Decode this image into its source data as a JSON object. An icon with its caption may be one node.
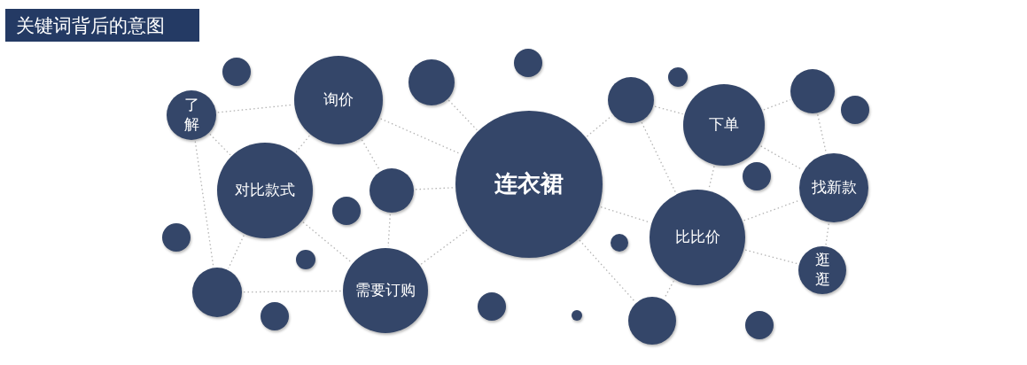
{
  "diagram": {
    "title": "关键词背后的意图",
    "nodes": [
      {
        "text": [
          "了解"
        ]
      },
      {
        "text": [
          "询价"
        ]
      },
      {
        "text": [
          "对比款式"
        ]
      },
      {
        "text": [
          "需要订购"
        ]
      },
      {
        "text": [
          "连衣裙"
        ]
      },
      {
        "text": [
          "下单"
        ]
      },
      {
        "text": [
          "比比价"
        ]
      },
      {
        "text": [
          "找新款"
        ]
      },
      {
        "text": [
          "逛逛"
        ]
      },
      {
        "text": [],
        "shape": "circle"
      },
      {
        "text": [],
        "shape": "circle"
      },
      {
        "text": [],
        "shape": "circle"
      },
      {
        "text": [],
        "shape": "circle"
      },
      {
        "text": [],
        "shape": "circle"
      },
      {
        "text": [],
        "shape": "circle"
      },
      {
        "text": [],
        "shape": "circle"
      },
      {
        "text": [],
        "shape": "circle"
      },
      {
        "text": [],
        "shape": "circle"
      },
      {
        "text": [],
        "shape": "circle"
      },
      {
        "text": [],
        "shape": "circle"
      },
      {
        "text": [],
        "shape": "circle"
      },
      {
        "text": [],
        "shape": "circle"
      },
      {
        "text": [],
        "shape": "circle"
      },
      {
        "text": [],
        "shape": "circle"
      },
      {
        "text": [],
        "shape": "circle"
      },
      {
        "text": [],
        "shape": "circle"
      },
      {
        "text": [],
        "shape": "circle"
      },
      {
        "text": [],
        "shape": "circle"
      }
    ],
    "edges": [
      {
        "from": 0,
        "to": 1,
        "arrow": "none"
      },
      {
        "from": 0,
        "to": 2,
        "arrow": "none"
      },
      {
        "from": 0,
        "to": 10,
        "arrow": "none"
      },
      {
        "from": 1,
        "to": 2,
        "arrow": "none"
      },
      {
        "from": 1,
        "to": 15,
        "arrow": "none"
      },
      {
        "from": 1,
        "to": 4,
        "arrow": "none"
      },
      {
        "from": 16,
        "to": 4,
        "arrow": "none"
      },
      {
        "from": 15,
        "to": 4,
        "arrow": "none"
      },
      {
        "from": 15,
        "to": 3,
        "arrow": "none"
      },
      {
        "from": 2,
        "to": 10,
        "arrow": "none"
      },
      {
        "from": 2,
        "to": 3,
        "arrow": "none"
      },
      {
        "from": 10,
        "to": 3,
        "arrow": "none"
      },
      {
        "from": 3,
        "to": 4,
        "arrow": "none"
      },
      {
        "from": 4,
        "to": 21,
        "arrow": "none"
      },
      {
        "from": 4,
        "to": 6,
        "arrow": "none"
      },
      {
        "from": 4,
        "to": 22,
        "arrow": "none"
      },
      {
        "from": 21,
        "to": 5,
        "arrow": "none"
      },
      {
        "from": 21,
        "to": 6,
        "arrow": "none"
      },
      {
        "from": 5,
        "to": 6,
        "arrow": "none"
      },
      {
        "from": 5,
        "to": 26,
        "arrow": "none"
      },
      {
        "from": 5,
        "to": 7,
        "arrow": "none"
      },
      {
        "from": 26,
        "to": 7,
        "arrow": "none"
      },
      {
        "from": 6,
        "to": 7,
        "arrow": "none"
      },
      {
        "from": 6,
        "to": 8,
        "arrow": "none"
      },
      {
        "from": 7,
        "to": 8,
        "arrow": "none"
      },
      {
        "from": 6,
        "to": 22,
        "arrow": "none"
      }
    ]
  }
}
